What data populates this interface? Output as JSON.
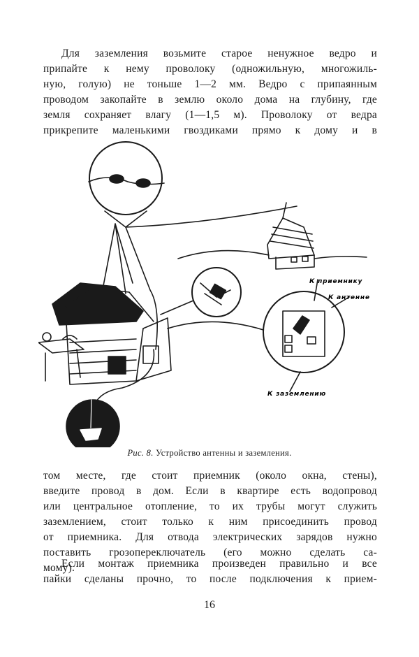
{
  "paragraph1": {
    "lines": [
      "Для заземления возьмите старое ненужное ведро и",
      "припайте к нему проволоку (одножильную, многожиль-",
      "ную, голую) не тоньше 1—2 мм.  Ведро с припаянным",
      "проводом закопайте в землю около дома на глубину, где",
      "земля сохраняет влагу (1—1,5 м). Проволоку от ведра",
      "прикрепите маленькими гвоздиками прямо к дому и в"
    ]
  },
  "figure": {
    "labels": {
      "to_receiver": "К приемнику",
      "to_antenna": "К антенне",
      "to_ground": "К заземлению"
    },
    "caption_number": "Рис. 8.",
    "caption_text": "Устройство антенны и заземления."
  },
  "paragraph2": {
    "lines": [
      "том месте, где стоит приемник (около окна, стены),",
      "введите провод в дом. Если в квартире есть водопровод",
      "или центральное отопление, то их трубы могут служить",
      "заземлением, стоит только к ним присоединить провод",
      "от приемника. Для отвода электрических зарядов нужно",
      "поставить грозопереключатель (его можно сделать са-",
      "мому)."
    ]
  },
  "paragraph3": {
    "lines": [
      "Если монтаж приемника произведен правильно и все",
      "пайки сделаны прочно, то после подключения к прием-"
    ]
  },
  "page_number": "16"
}
